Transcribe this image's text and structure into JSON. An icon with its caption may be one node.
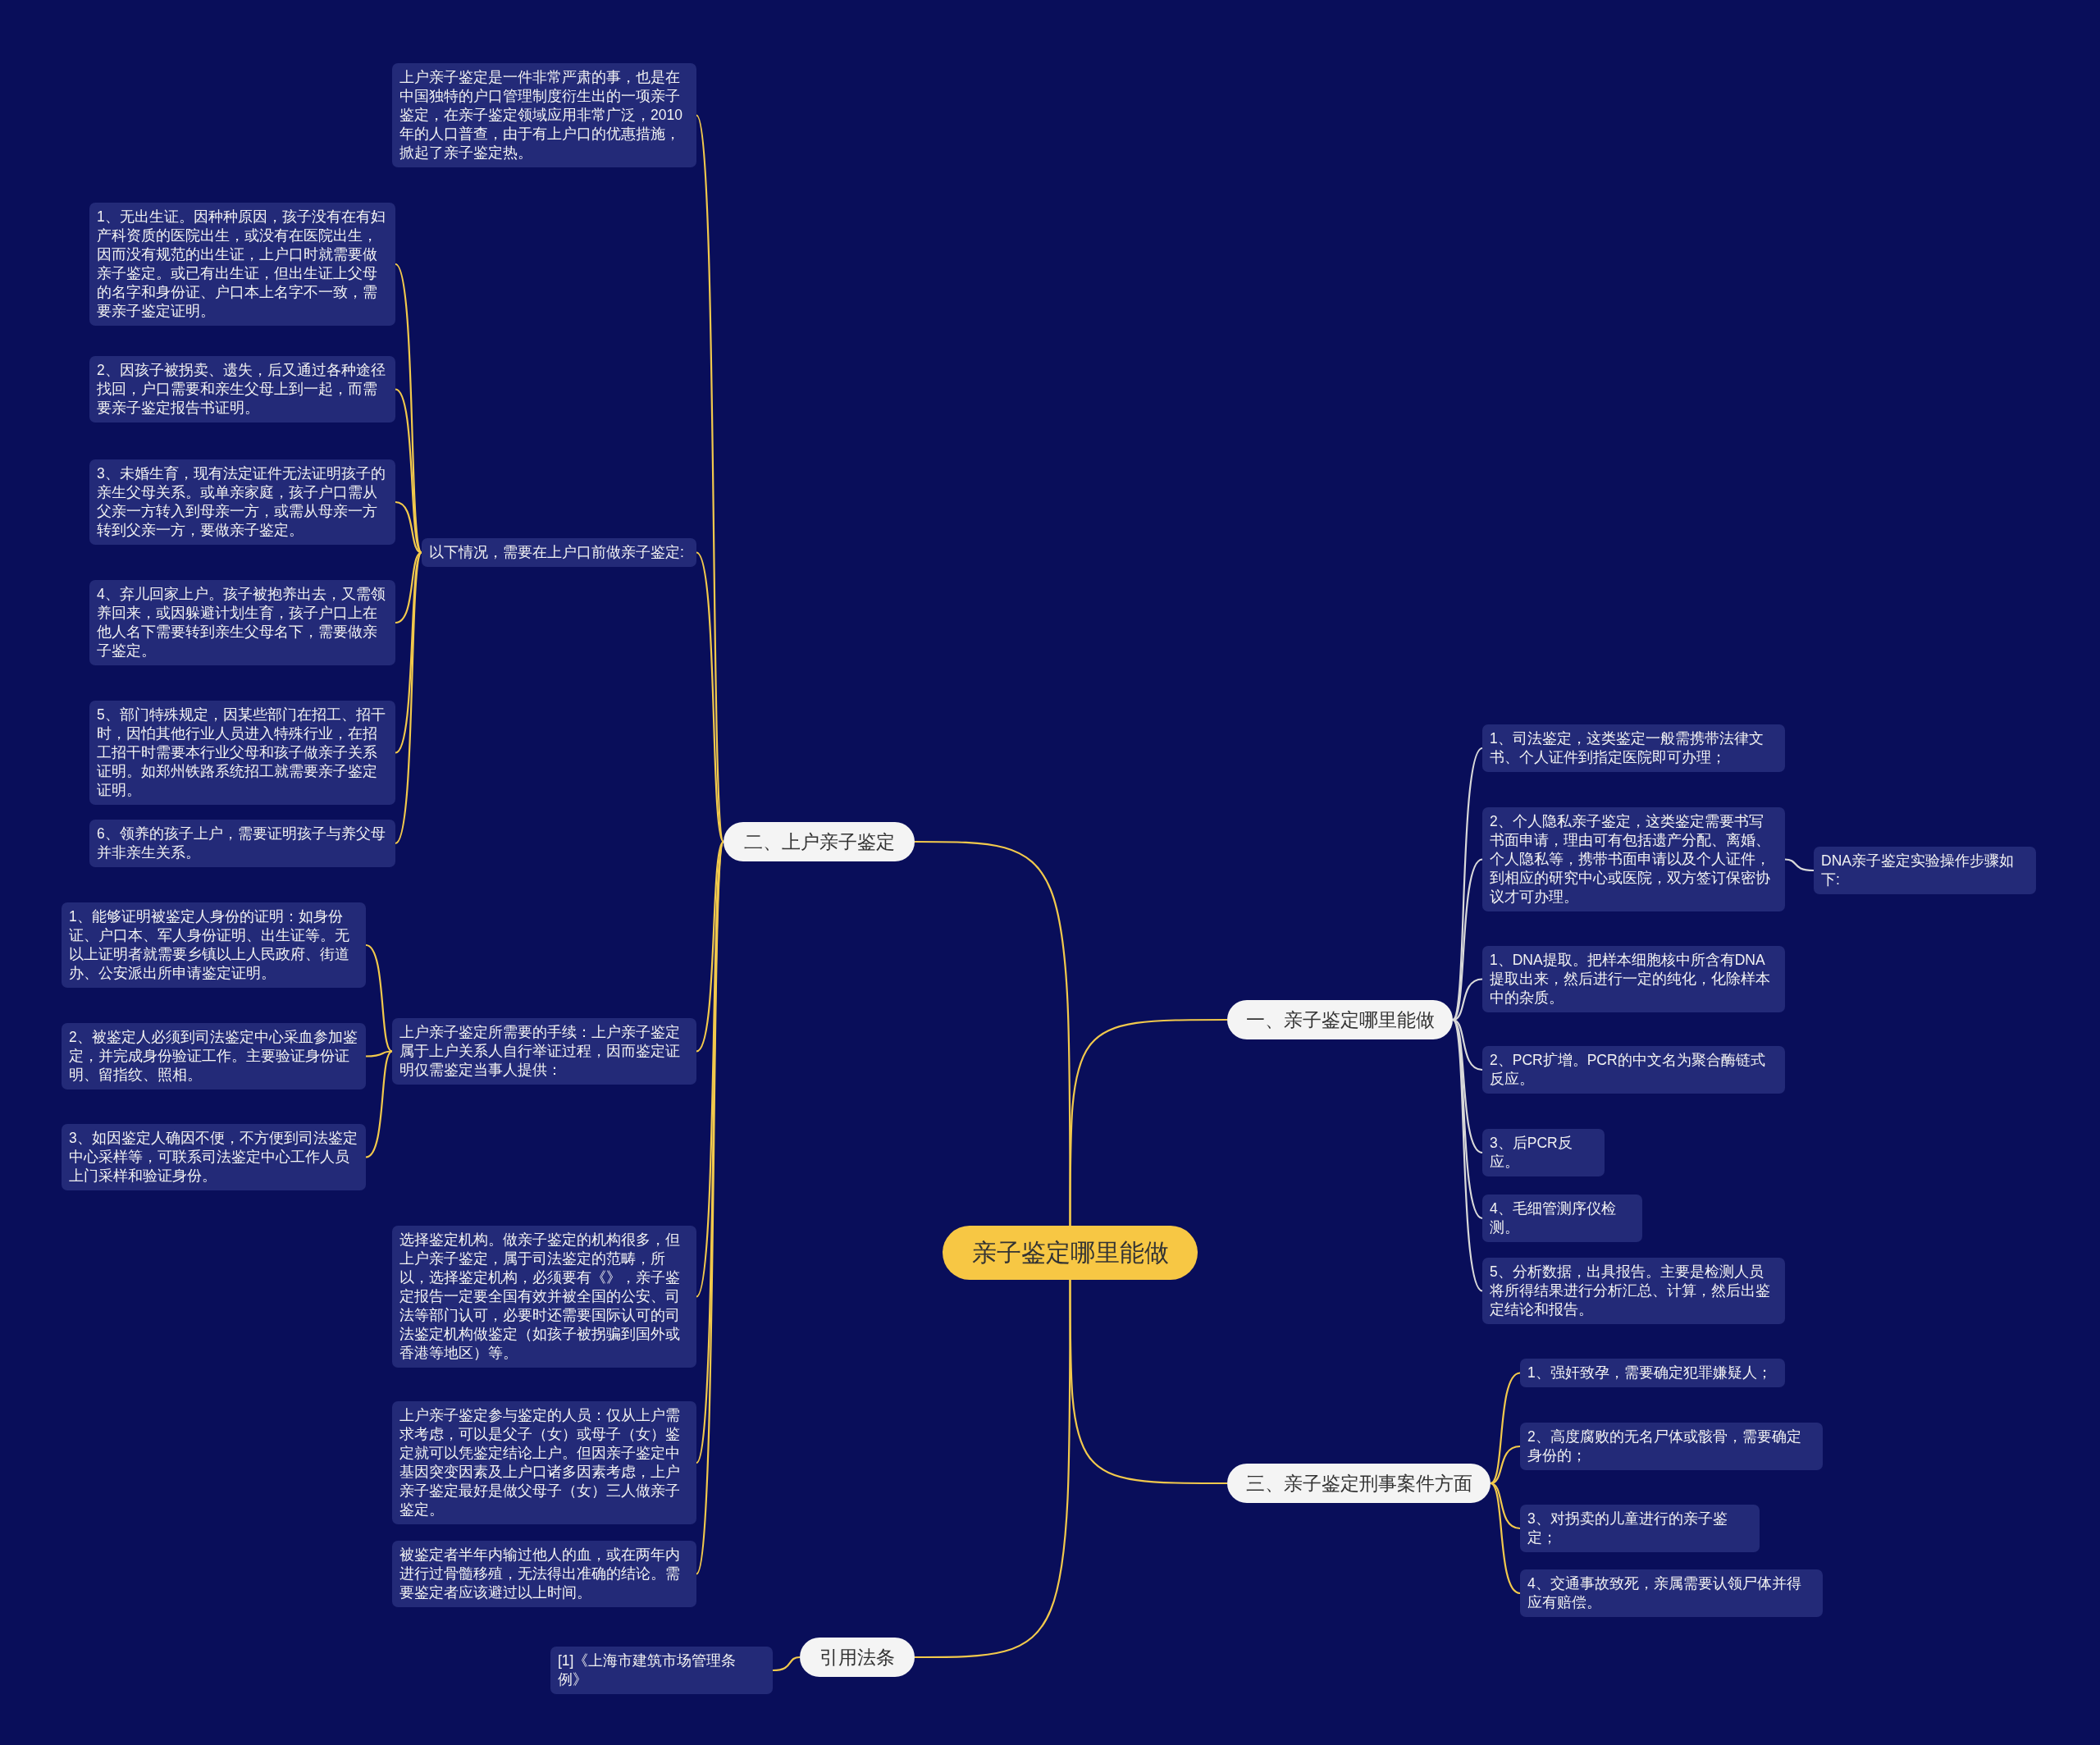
{
  "diagram": {
    "nodes": [
      {
        "text": [
          "亲子鉴定哪里能做"
        ]
      },
      {
        "text": [
          "一、亲子鉴定哪里能做"
        ]
      },
      {
        "text": [
          "1、司法鉴定，这类鉴定一般需携带法律文书、个人证件到指定医院即可办理；"
        ]
      },
      {
        "text": [
          "2、个人隐私亲子鉴定，这类鉴定需要书写书面申请，理由可有包括遗产分配、离婚、个人隐私等，携带书面申请以及个人证件，到相应的研究中心或医院，双方签订保密协议才可办理。"
        ]
      },
      {
        "text": [
          "DNA亲子鉴定实验操作步骤如下:"
        ]
      },
      {
        "text": [
          "1、DNA提取。把样本细胞核中所含有DNA提取出来，然后进行一定的纯化，化除样本中的杂质。"
        ]
      },
      {
        "text": [
          "2、PCR扩增。PCR的中文名为聚合酶链式反应。"
        ]
      },
      {
        "text": [
          "3、后PCR反应。"
        ]
      },
      {
        "text": [
          "4、毛细管测序仪检测。"
        ]
      },
      {
        "text": [
          "5、分析数据，出具报告。主要是检测人员将所得结果进行分析汇总、计算，然后出鉴定结论和报告。"
        ]
      },
      {
        "text": [
          "三、亲子鉴定刑事案件方面"
        ]
      },
      {
        "text": [
          "1、强奸致孕，需要确定犯罪嫌疑人；"
        ]
      },
      {
        "text": [
          "2、高度腐败的无名尸体或骸骨，需要确定身份的；"
        ]
      },
      {
        "text": [
          "3、对拐卖的儿童进行的亲子鉴定；"
        ]
      },
      {
        "text": [
          "4、交通事故致死，亲属需要认领尸体并得应有赔偿。"
        ]
      },
      {
        "text": [
          "二、上户亲子鉴定"
        ]
      },
      {
        "text": [
          "上户亲子鉴定是一件非常严肃的事，也是在中国独特的户口管理制度衍生出的一项亲子鉴定，在亲子鉴定领域应用非常广泛，2010年的人口普查，由于有上户口的优惠措施，掀起了亲子鉴定热。"
        ]
      },
      {
        "text": [
          "以下情况，需要在上户口前做亲子鉴定:"
        ]
      },
      {
        "text": [
          "1、无出生证。因种种原因，孩子没有在有妇产科资质的医院出生，或没有在医院出生，因而没有规范的出生证，上户口时就需要做亲子鉴定。或已有出生证，但出生证上父母的名字和身份证、户口本上名字不一致，需要亲子鉴定证明。"
        ]
      },
      {
        "text": [
          "2、因孩子被拐卖、遗失，后又通过各种途径找回，户口需要和亲生父母上到一起，而需要亲子鉴定报告书证明。"
        ]
      },
      {
        "text": [
          "3、未婚生育，现有法定证件无法证明孩子的亲生父母关系。或单亲家庭，孩子户口需从父亲一方转入到母亲一方，或需从母亲一方转到父亲一方，要做亲子鉴定。"
        ]
      },
      {
        "text": [
          "4、弃儿回家上户。孩子被抱养出去，又需领养回来，或因躲避计划生育，孩子户口上在他人名下需要转到亲生父母名下，需要做亲子鉴定。"
        ]
      },
      {
        "text": [
          "5、部门特殊规定，因某些部门在招工、招干时，因怕其他行业人员进入特殊行业，在招工招干时需要本行业父母和孩子做亲子关系证明。如郑州铁路系统招工就需要亲子鉴定证明。"
        ]
      },
      {
        "text": [
          "6、领养的孩子上户，需要证明孩子与养父母并非亲生关系。"
        ]
      },
      {
        "text": [
          "上户亲子鉴定所需要的手续：上户亲子鉴定属于上户关系人自行举证过程，因而鉴定证明仅需鉴定当事人提供："
        ]
      },
      {
        "text": [
          "1、能够证明被鉴定人身份的证明：如身份证、户口本、军人身份证明、出生证等。无以上证明者就需要乡镇以上人民政府、街道办、公安派出所申请鉴定证明。"
        ]
      },
      {
        "text": [
          "2、被鉴定人必须到司法鉴定中心采血参加鉴定，并完成身份验证工作。主要验证身份证明、留指纹、照相。"
        ]
      },
      {
        "text": [
          "3、如因鉴定人确因不便，不方便到司法鉴定中心采样等，可联系司法鉴定中心工作人员上门采样和验证身份。"
        ]
      },
      {
        "text": [
          "选择鉴定机构。做亲子鉴定的机构很多，但上户亲子鉴定，属于司法鉴定的范畴，所以，选择鉴定机构，必须要有《》，亲子鉴定报告一定要全国有效并被全国的公安、司法等部门认可，必要时还需要国际认可的司法鉴定机构做鉴定（如孩子被拐骗到国外或香港等地区）等。"
        ]
      },
      {
        "text": [
          "上户亲子鉴定参与鉴定的人员：仅从上户需求考虑，可以是父子（女）或母子（女）鉴定就可以凭鉴定结论上户。但因亲子鉴定中基因突变因素及上户口诸多因素考虑，上户亲子鉴定最好是做父母子（女）三人做亲子鉴定。"
        ]
      },
      {
        "text": [
          "被鉴定者半年内输过他人的血，或在两年内进行过骨髓移殖，无法得出准确的结论。需要鉴定者应该避过以上时间。"
        ]
      },
      {
        "text": [
          "引用法条"
        ]
      },
      {
        "text": [
          "[1]《上海市建筑市场管理条例》"
        ]
      }
    ],
    "edges": [
      {
        "from": 0,
        "to": 1,
        "arrow": "none"
      },
      {
        "from": 1,
        "to": 2,
        "arrow": "none",
        "color": "#d9d9d9"
      },
      {
        "from": 1,
        "to": 3,
        "arrow": "none",
        "color": "#d9d9d9"
      },
      {
        "from": 3,
        "to": 4,
        "arrow": "none",
        "color": "#d9d9d9"
      },
      {
        "from": 1,
        "to": 5,
        "arrow": "none",
        "color": "#d9d9d9"
      },
      {
        "from": 1,
        "to": 6,
        "arrow": "none",
        "color": "#d9d9d9"
      },
      {
        "from": 1,
        "to": 7,
        "arrow": "none",
        "color": "#d9d9d9"
      },
      {
        "from": 1,
        "to": 8,
        "arrow": "none",
        "color": "#d9d9d9"
      },
      {
        "from": 1,
        "to": 9,
        "arrow": "none",
        "color": "#d9d9d9"
      },
      {
        "from": 0,
        "to": 10,
        "arrow": "none"
      },
      {
        "from": 10,
        "to": 11,
        "arrow": "none"
      },
      {
        "from": 10,
        "to": 12,
        "arrow": "none"
      },
      {
        "from": 10,
        "to": 13,
        "arrow": "none"
      },
      {
        "from": 10,
        "to": 14,
        "arrow": "none"
      },
      {
        "from": 0,
        "to": 15,
        "arrow": "none"
      },
      {
        "from": 15,
        "to": 16,
        "arrow": "none"
      },
      {
        "from": 15,
        "to": 17,
        "arrow": "none"
      },
      {
        "from": 17,
        "to": 18,
        "arrow": "none"
      },
      {
        "from": 17,
        "to": 19,
        "arrow": "none"
      },
      {
        "from": 17,
        "to": 20,
        "arrow": "none"
      },
      {
        "from": 17,
        "to": 21,
        "arrow": "none"
      },
      {
        "from": 17,
        "to": 22,
        "arrow": "none"
      },
      {
        "from": 17,
        "to": 23,
        "arrow": "none"
      },
      {
        "from": 15,
        "to": 24,
        "arrow": "none"
      },
      {
        "from": 24,
        "to": 25,
        "arrow": "none"
      },
      {
        "from": 24,
        "to": 26,
        "arrow": "none"
      },
      {
        "from": 24,
        "to": 27,
        "arrow": "none"
      },
      {
        "from": 15,
        "to": 28,
        "arrow": "none"
      },
      {
        "from": 15,
        "to": 29,
        "arrow": "none"
      },
      {
        "from": 15,
        "to": 30,
        "arrow": "none"
      },
      {
        "from": 0,
        "to": 31,
        "arrow": "none"
      },
      {
        "from": 31,
        "to": 32,
        "arrow": "none"
      }
    ]
  }
}
